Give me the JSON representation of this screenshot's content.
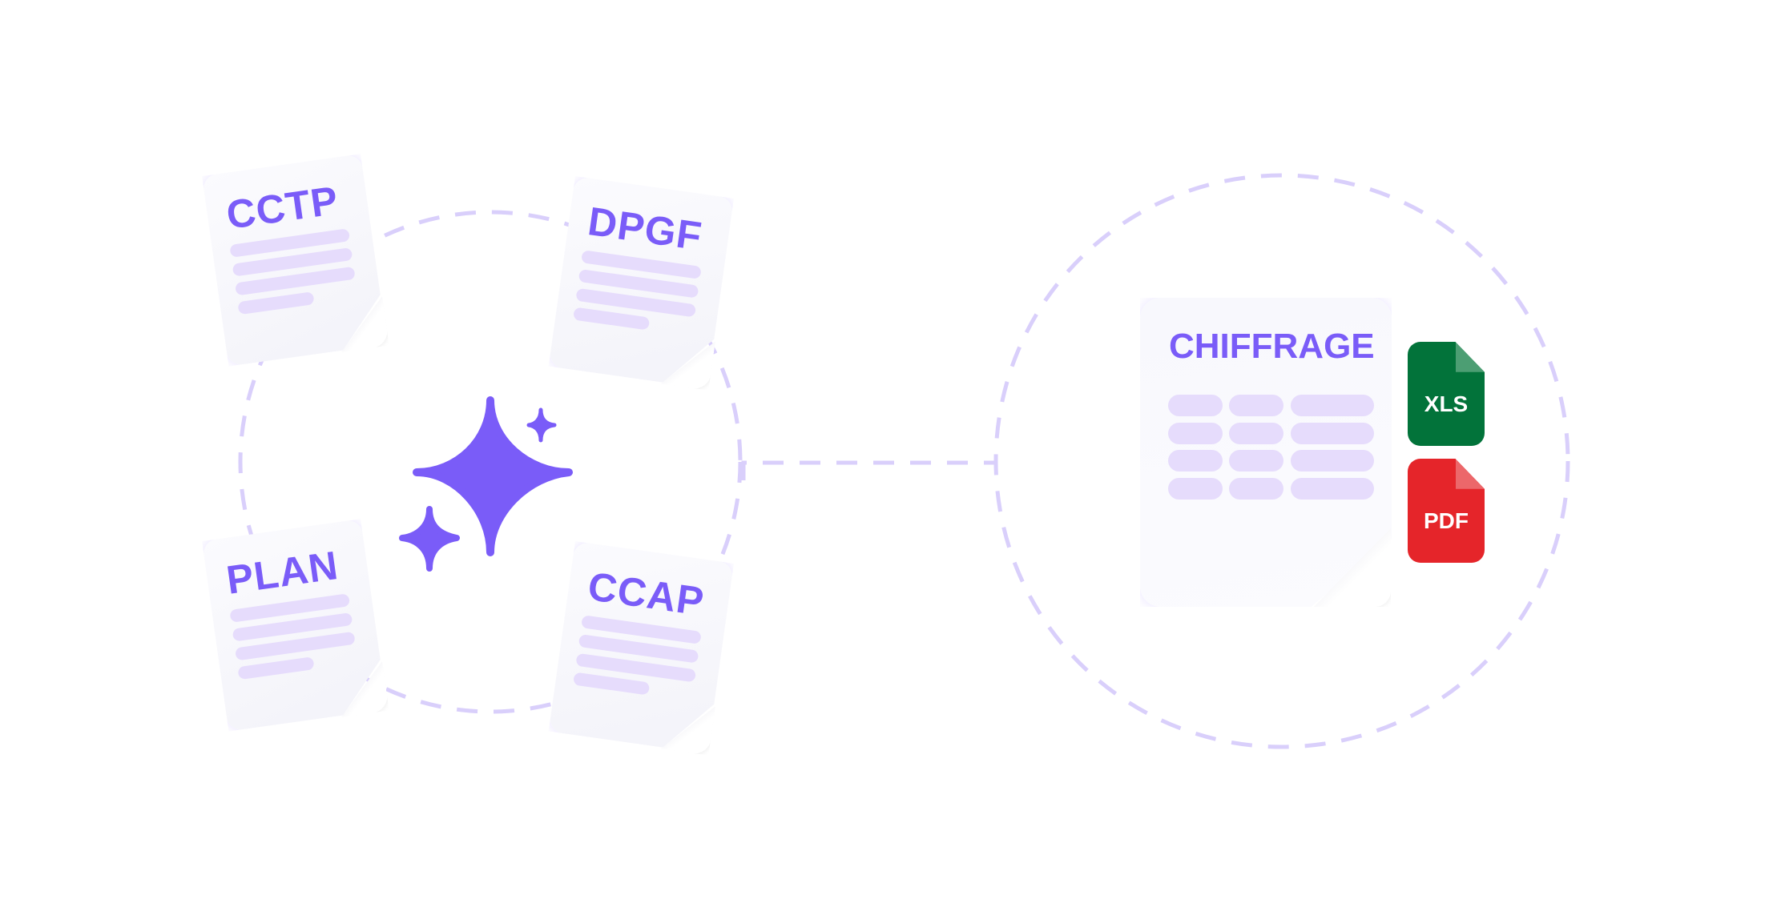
{
  "inputs": [
    {
      "label": "CCTP"
    },
    {
      "label": "DPGF"
    },
    {
      "label": "PLAN"
    },
    {
      "label": "CCAP"
    }
  ],
  "output": {
    "label": "CHIFFRAGE",
    "formats": [
      {
        "label": "XLS",
        "color": "#02733a"
      },
      {
        "label": "PDF",
        "color": "#e5252a"
      }
    ]
  },
  "colors": {
    "accent": "#7a5cf8",
    "dash": "#d9cffb"
  },
  "icons": {
    "center": "ai-sparkle-icon"
  }
}
